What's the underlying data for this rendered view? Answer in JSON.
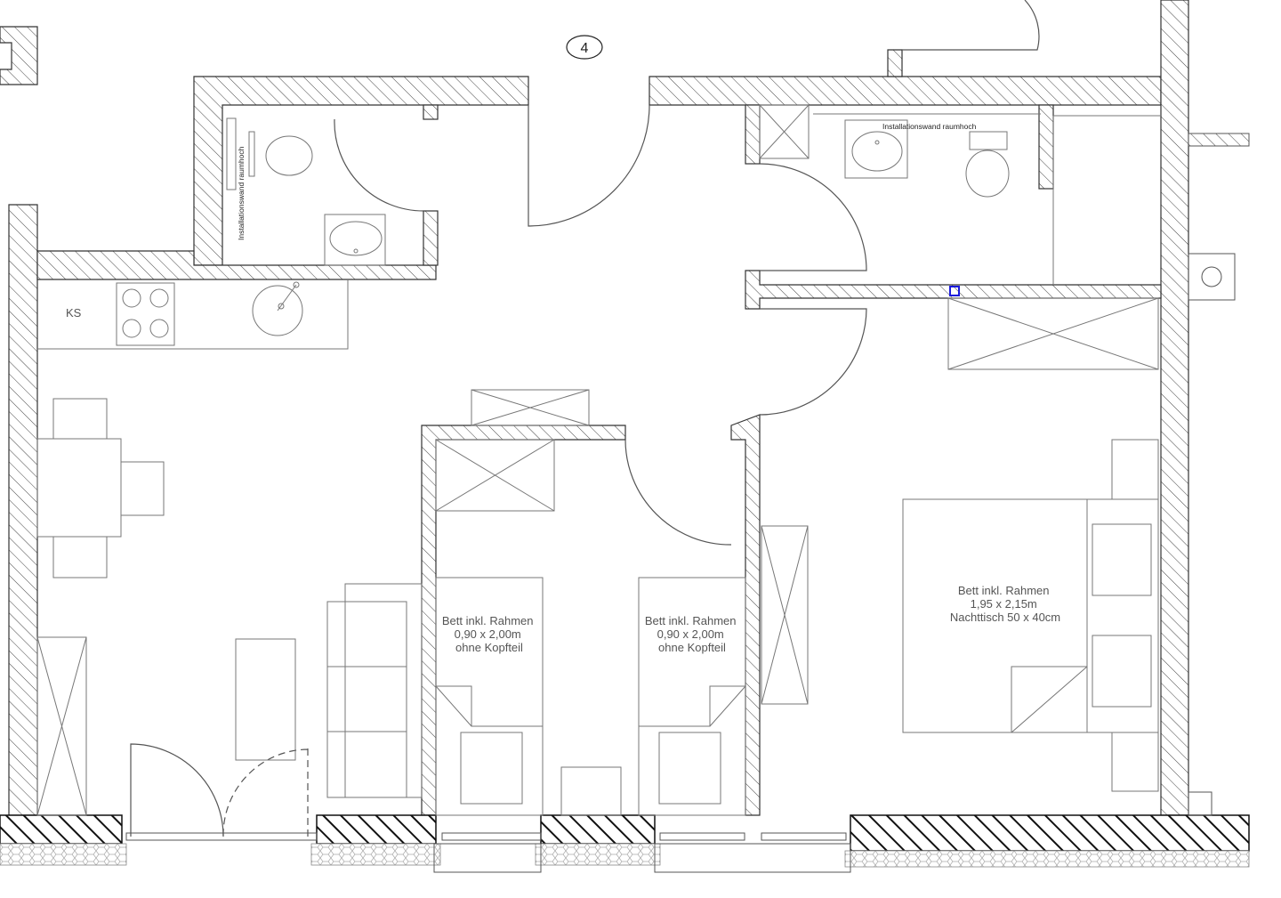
{
  "plan": {
    "unit_number": "4",
    "labels": {
      "install_wall_left": "Installationswand raumhoch",
      "install_wall_right": "Installationswand raumhoch",
      "fridge": "KS"
    },
    "beds": [
      {
        "lines": [
          "Bett inkl. Rahmen",
          "0,90 x 2,00m",
          "ohne Kopfteil"
        ]
      },
      {
        "lines": [
          "Bett inkl. Rahmen",
          "0,90 x 2,00m",
          "ohne Kopfteil"
        ]
      },
      {
        "lines": [
          "Bett inkl. Rahmen",
          "1,95 x 2,15m",
          "Nachttisch 50 x 40cm"
        ]
      }
    ],
    "colors": {
      "line": "#333333",
      "light_line": "#777777",
      "text": "#555555",
      "marker": "#1a1adc"
    }
  }
}
